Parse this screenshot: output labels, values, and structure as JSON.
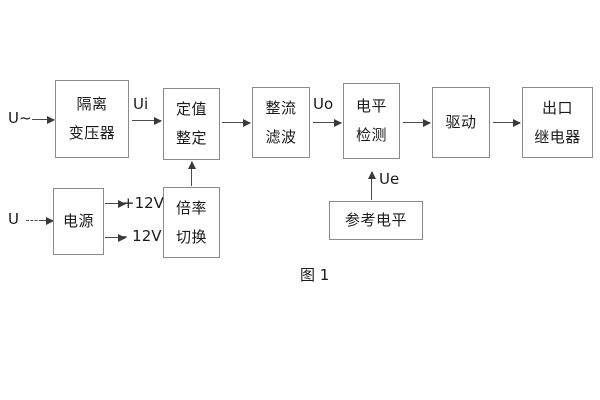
{
  "diagram": {
    "caption": "图 1",
    "blocks": [
      {
        "id": "isolation-transformer",
        "lines": [
          "隔离",
          "变压器"
        ]
      },
      {
        "id": "setting-value",
        "lines": [
          "定值",
          "整定"
        ]
      },
      {
        "id": "rectify-filter",
        "lines": [
          "整流",
          "滤波"
        ]
      },
      {
        "id": "level-detect",
        "lines": [
          "电平",
          "检测"
        ]
      },
      {
        "id": "drive",
        "lines": [
          "驱动"
        ]
      },
      {
        "id": "output-relay",
        "lines": [
          "出口",
          "继电器"
        ]
      },
      {
        "id": "power-supply",
        "lines": [
          "电源"
        ]
      },
      {
        "id": "ratio-switch",
        "lines": [
          "倍率",
          "切换"
        ]
      },
      {
        "id": "reference-level",
        "lines": [
          "参考电平"
        ]
      }
    ],
    "signals": {
      "ac_input": "U~",
      "dc_input": "U",
      "ui": "Ui",
      "uo": "Uo",
      "ue": "Ue",
      "pos_rail": "+12V",
      "neg_rail": "- 12V"
    }
  },
  "colors": {
    "background": "#ffffff",
    "box_border": "#8a8a8a",
    "line": "#4a4a4a",
    "text": "#1a1a1a"
  }
}
